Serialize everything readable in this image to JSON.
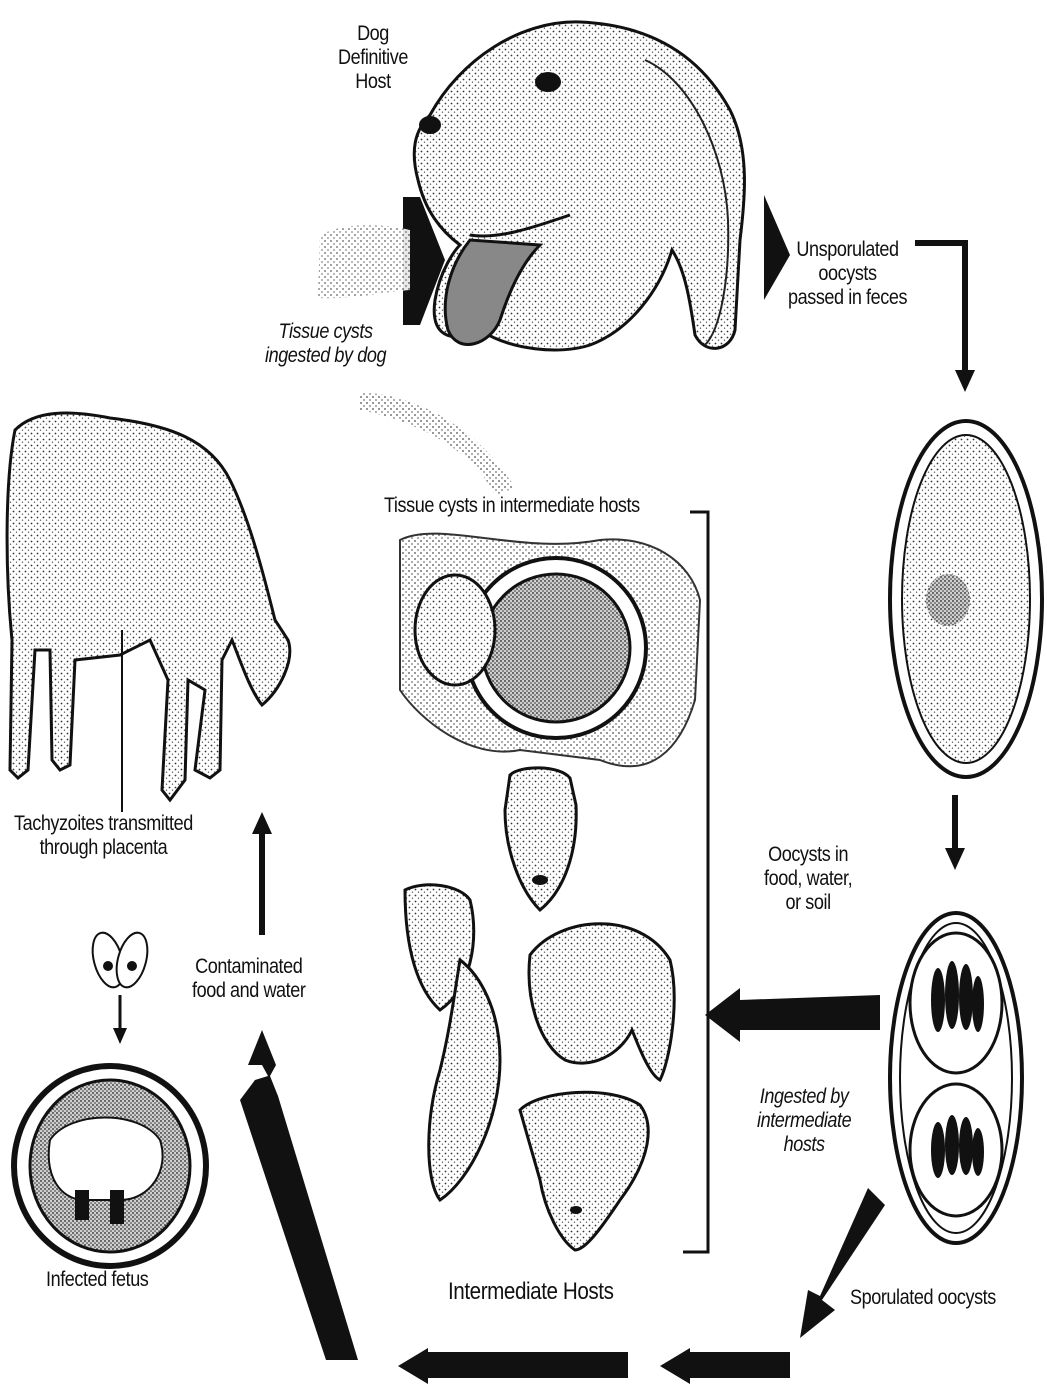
{
  "labels": {
    "definitive_host": [
      "Dog",
      "Definitive",
      "Host"
    ],
    "unsporulated": [
      "Unsporulated",
      "oocysts",
      "passed in feces"
    ],
    "tissue_cysts_ingested": [
      "Tissue cysts",
      "ingested by dog"
    ],
    "tissue_cysts_intermediate": "Tissue cysts in intermediate hosts",
    "tachyzoites": [
      "Tachyzoites transmitted",
      "through placenta"
    ],
    "contaminated": [
      "Contaminated",
      "food and water"
    ],
    "oocysts_env": [
      "Oocysts in",
      "food, water,",
      "or soil"
    ],
    "ingested_intermediate": [
      "Ingested by",
      "intermediate",
      "hosts"
    ],
    "infected_fetus": "Infected fetus",
    "intermediate_hosts": "Intermediate Hosts",
    "sporulated": "Sporulated oocysts"
  }
}
